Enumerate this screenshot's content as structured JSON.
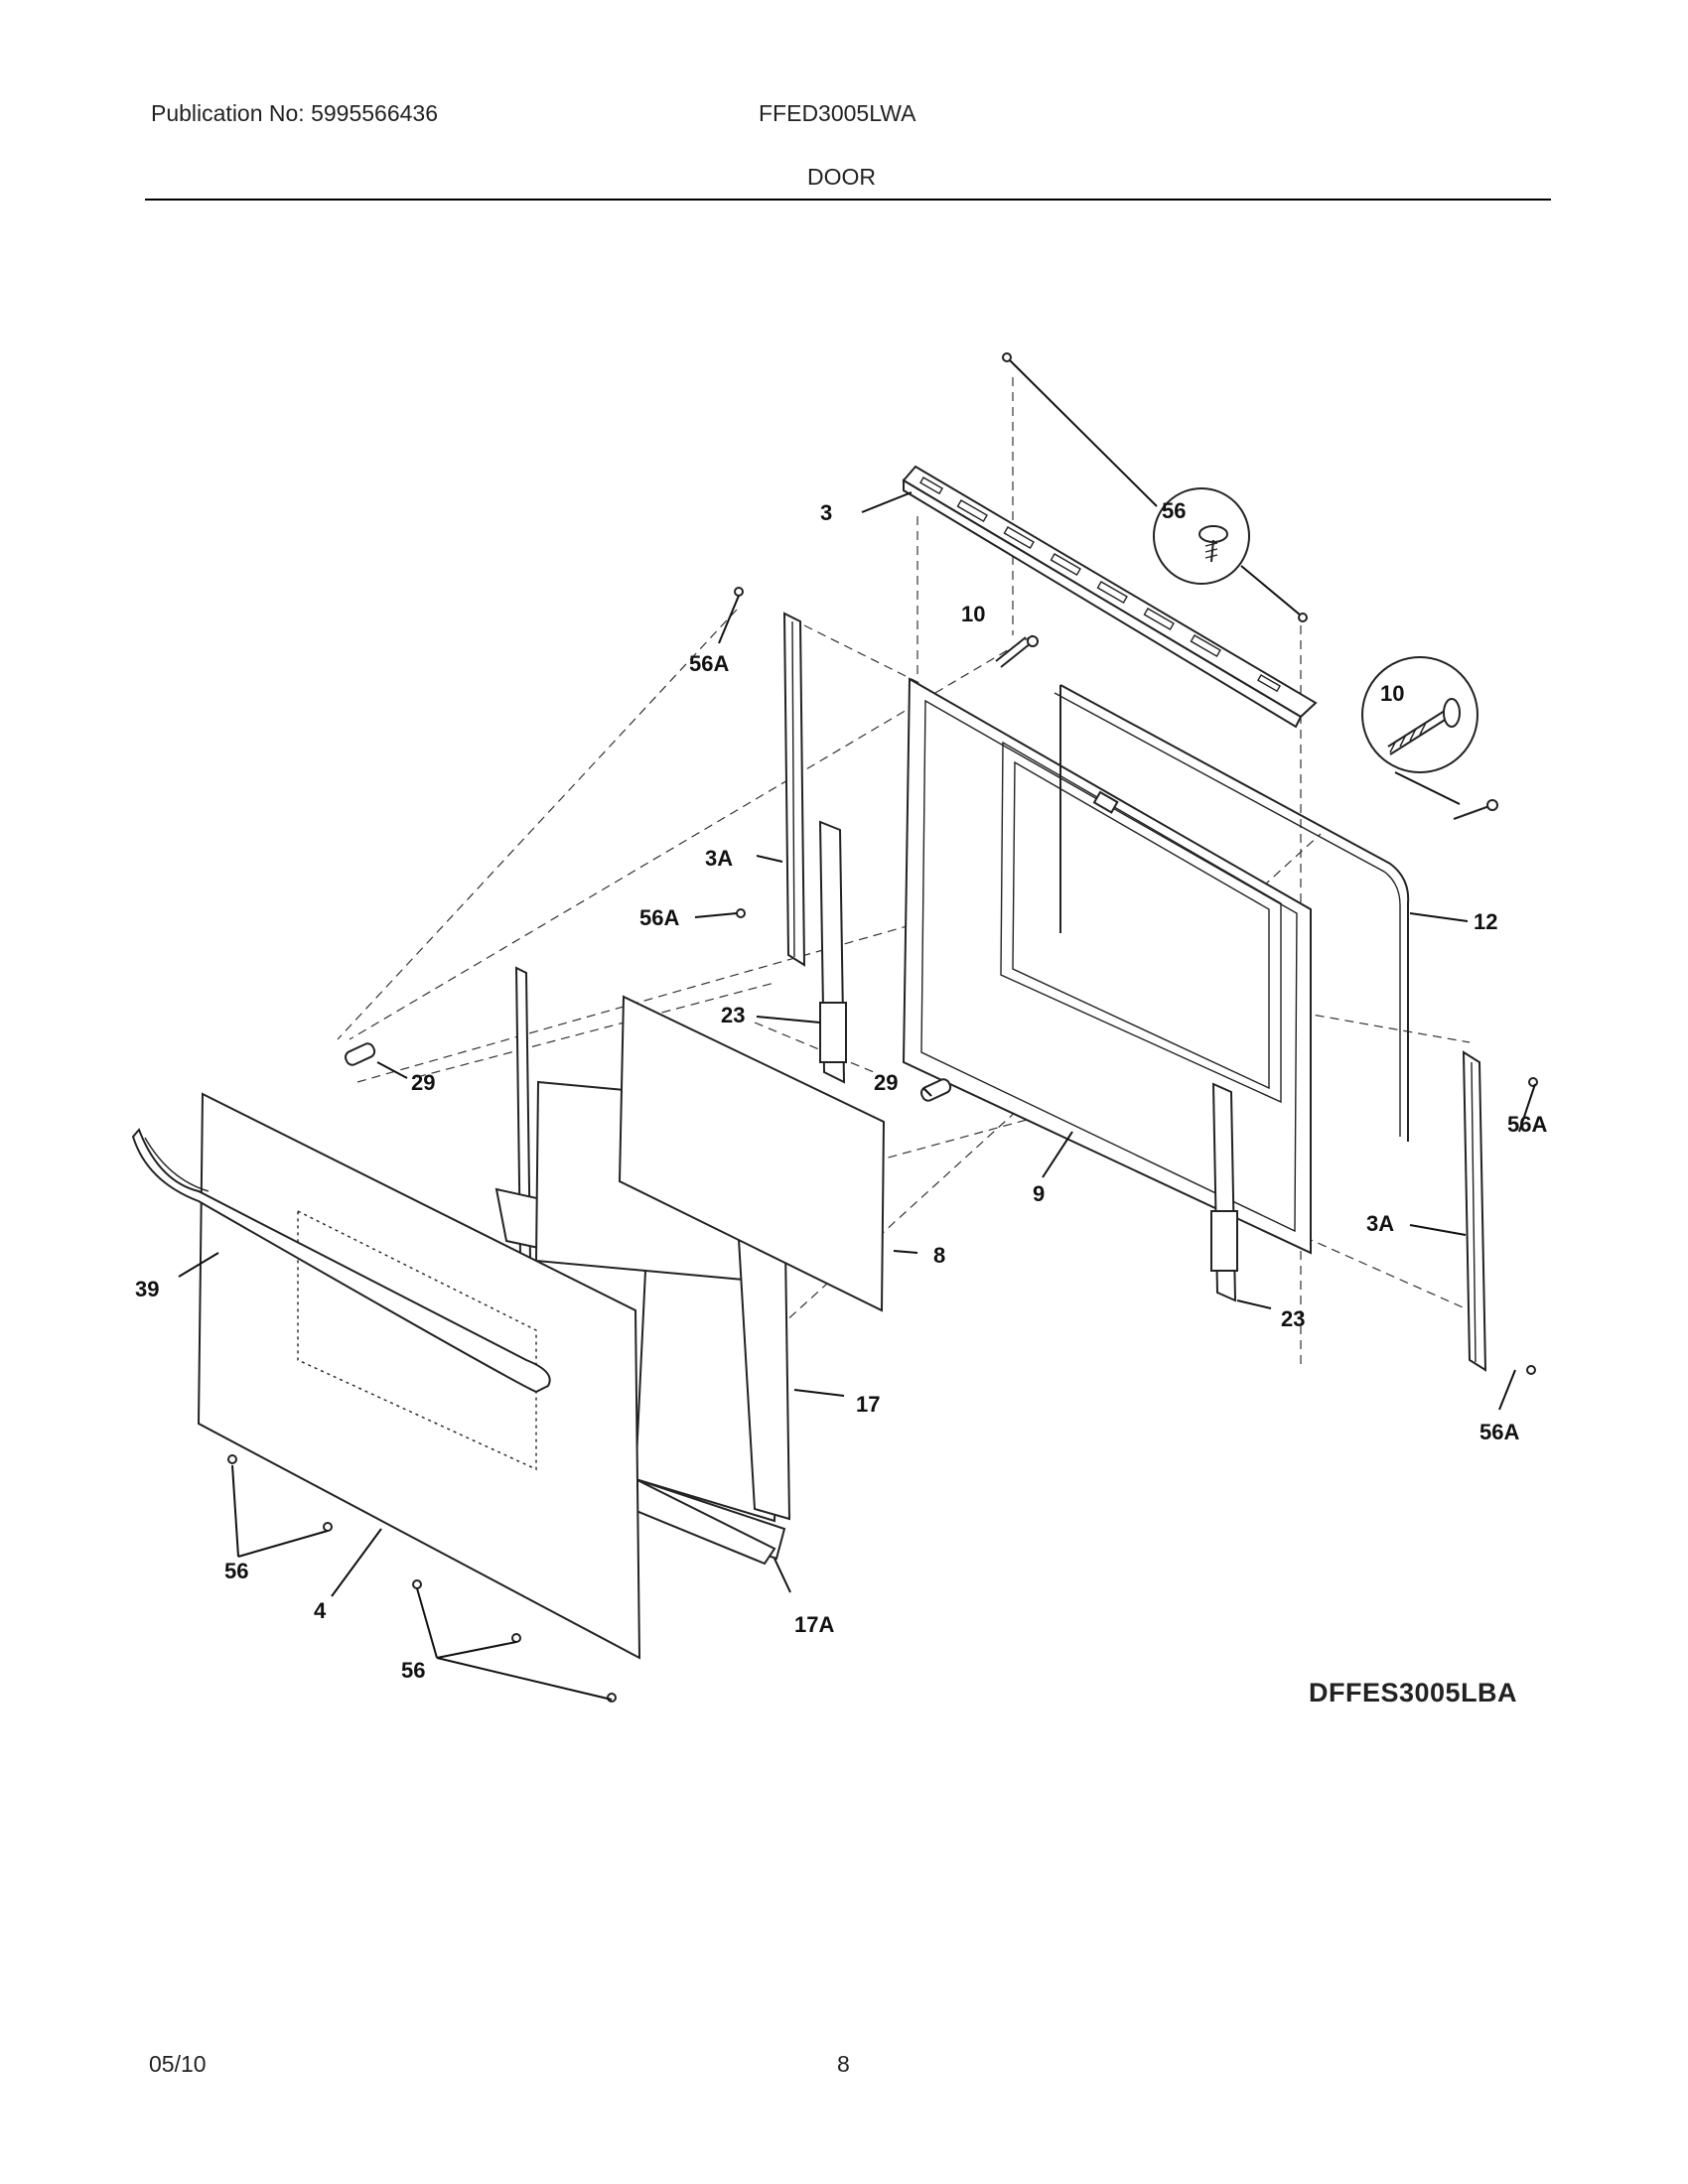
{
  "header": {
    "publication": "Publication No: 5995566436",
    "model": "FFED3005LWA",
    "section": "DOOR"
  },
  "diagram": {
    "variant": "DFFES3005LBA",
    "callouts": [
      "3",
      "56",
      "10",
      "56A",
      "10",
      "3A",
      "56A",
      "12",
      "23",
      "29",
      "29",
      "9",
      "56A",
      "39",
      "8",
      "3A",
      "23",
      "17",
      "56A",
      "56",
      "4",
      "17A",
      "56"
    ]
  },
  "footer": {
    "date": "05/10",
    "page": "8"
  }
}
